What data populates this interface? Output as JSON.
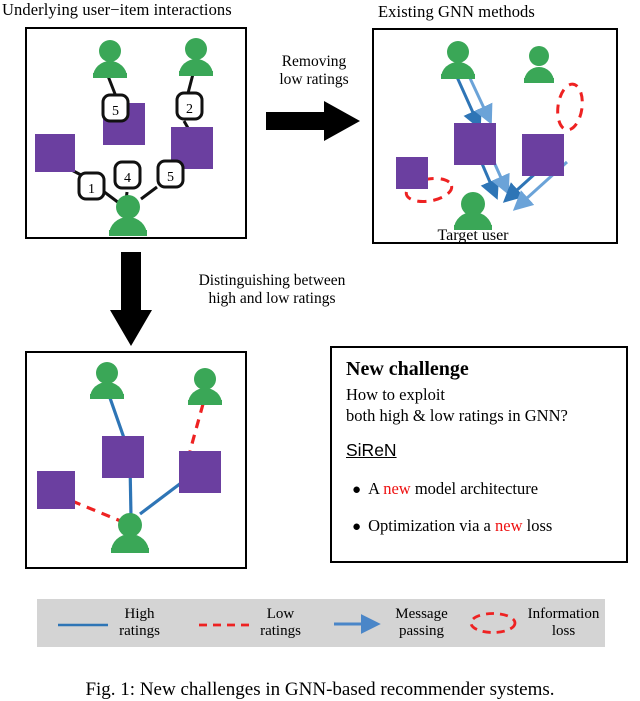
{
  "figure": {
    "caption": "Fig. 1: New challenges in GNN-based recommender systems.",
    "colors": {
      "user_green": "#3aa757",
      "item_purple": "#6b3fa0",
      "high_rating_blue": "#2e75b6",
      "low_rating_red": "#ee2222",
      "message_arrow_blue": "#4a86c8",
      "legend_bg": "#d4d4d4",
      "highlight_red": "#ee1111"
    }
  },
  "panels": {
    "top_left": {
      "title": "Underlying user−item interactions",
      "nodes": [
        {
          "id": "u_top_left",
          "type": "user"
        },
        {
          "id": "u_top_right",
          "type": "user"
        },
        {
          "id": "i_center",
          "type": "item"
        },
        {
          "id": "i_right",
          "type": "item"
        },
        {
          "id": "i_left",
          "type": "item"
        },
        {
          "id": "u_target",
          "type": "user"
        }
      ],
      "edges": [
        {
          "from": "u_top_left",
          "to": "i_center",
          "rating": "5"
        },
        {
          "from": "u_top_right",
          "to": "i_right",
          "rating": "2"
        },
        {
          "from": "i_center",
          "to": "u_target",
          "rating": "4"
        },
        {
          "from": "i_right",
          "to": "u_target",
          "rating": "5"
        },
        {
          "from": "i_left",
          "to": "u_target",
          "rating": "1"
        }
      ]
    },
    "top_right": {
      "title": "Existing GNN methods",
      "target_label": "Target user",
      "message_passing_count": 3,
      "information_loss_count": 2
    },
    "bottom_left": {
      "edges": [
        {
          "from": "u_top_left",
          "to": "i_center",
          "kind": "high"
        },
        {
          "from": "i_center",
          "to": "u_target",
          "kind": "high"
        },
        {
          "from": "i_right",
          "to": "u_target",
          "kind": "high"
        },
        {
          "from": "u_top_right",
          "to": "i_right",
          "kind": "low"
        },
        {
          "from": "i_left",
          "to": "u_target",
          "kind": "low"
        }
      ]
    },
    "new_challenge": {
      "title": "New challenge",
      "question_line1": "How to exploit",
      "question_line2": "both high & low ratings in GNN?",
      "method_name": "SiReN",
      "bullets": [
        {
          "pre": "A ",
          "highlight": "new",
          "post": " model architecture"
        },
        {
          "pre": "Optimization via a ",
          "highlight": "new",
          "post": " loss"
        }
      ]
    }
  },
  "transitions": {
    "right_arrow_label_line1": "Removing",
    "right_arrow_label_line2": "low ratings",
    "down_arrow_label_line1": "Distinguishing between",
    "down_arrow_label_line2": "high and low ratings"
  },
  "legend": {
    "items": [
      {
        "icon": "solid-blue-line",
        "line1": "High",
        "line2": "ratings"
      },
      {
        "icon": "dashed-red-line",
        "line1": "Low",
        "line2": "ratings"
      },
      {
        "icon": "blue-arrow",
        "line1": "Message",
        "line2": "passing"
      },
      {
        "icon": "red-dashed-ellipse",
        "line1": "Information",
        "line2": "loss"
      }
    ]
  }
}
